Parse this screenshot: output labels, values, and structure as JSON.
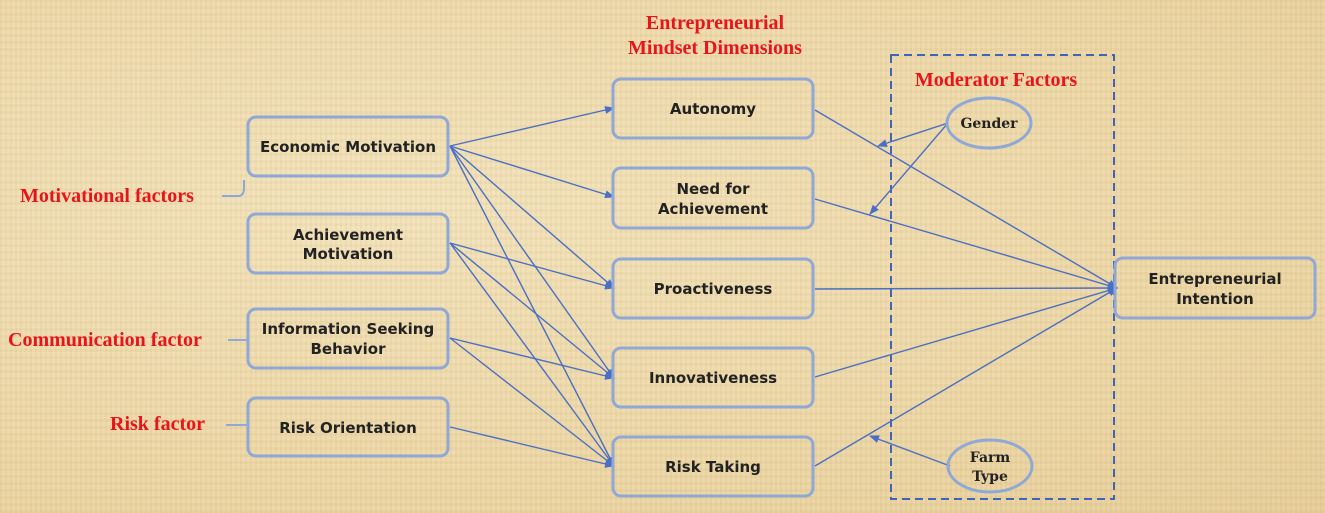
{
  "title_lines": [
    "Entrepreneurial",
    "Mindset Dimensions"
  ],
  "moderator_title": "Moderator Factors",
  "group_labels": {
    "motivational": "Motivational  factors",
    "communication": "Communication  factor",
    "risk": "Risk  factor"
  },
  "independent_vars": [
    {
      "id": "econ",
      "lines": [
        "Economic Motivation"
      ]
    },
    {
      "id": "ach_mot",
      "lines": [
        "Achievement",
        "Motivation"
      ]
    },
    {
      "id": "info",
      "lines": [
        "Information Seeking",
        "Behavior"
      ]
    },
    {
      "id": "risk_or",
      "lines": [
        "Risk Orientation"
      ]
    }
  ],
  "mindset_dims": [
    {
      "id": "autonomy",
      "lines": [
        "Autonomy"
      ]
    },
    {
      "id": "need_ach",
      "lines": [
        "Need for",
        "Achievement"
      ]
    },
    {
      "id": "proact",
      "lines": [
        "Proactiveness"
      ]
    },
    {
      "id": "innov",
      "lines": [
        "Innovativeness"
      ]
    },
    {
      "id": "risk_taking",
      "lines": [
        "Risk Taking"
      ]
    }
  ],
  "outcome": {
    "id": "intention",
    "lines": [
      "Entrepreneurial",
      "Intention"
    ]
  },
  "moderators": [
    {
      "id": "gender",
      "lines": [
        "Gender"
      ]
    },
    {
      "id": "farm",
      "lines": [
        "Farm",
        "Type"
      ]
    }
  ],
  "edges": [
    [
      "econ",
      "autonomy"
    ],
    [
      "econ",
      "need_ach"
    ],
    [
      "econ",
      "proact"
    ],
    [
      "econ",
      "innov"
    ],
    [
      "econ",
      "risk_taking"
    ],
    [
      "ach_mot",
      "proact"
    ],
    [
      "ach_mot",
      "innov"
    ],
    [
      "ach_mot",
      "risk_taking"
    ],
    [
      "info",
      "innov"
    ],
    [
      "info",
      "risk_taking"
    ],
    [
      "risk_or",
      "risk_taking"
    ],
    [
      "autonomy",
      "intention"
    ],
    [
      "need_ach",
      "intention"
    ],
    [
      "proact",
      "intention"
    ],
    [
      "innov",
      "intention"
    ],
    [
      "risk_taking",
      "intention"
    ]
  ],
  "moderation_edges": [
    [
      "gender",
      "autonomy"
    ],
    [
      "gender",
      "need_ach"
    ],
    [
      "farm",
      "risk_taking"
    ]
  ],
  "colors": {
    "box_stroke": "#8fa8d6",
    "arrow": "#4a6fc4",
    "dashed": "#3f64b8",
    "title": "#e8141a"
  }
}
